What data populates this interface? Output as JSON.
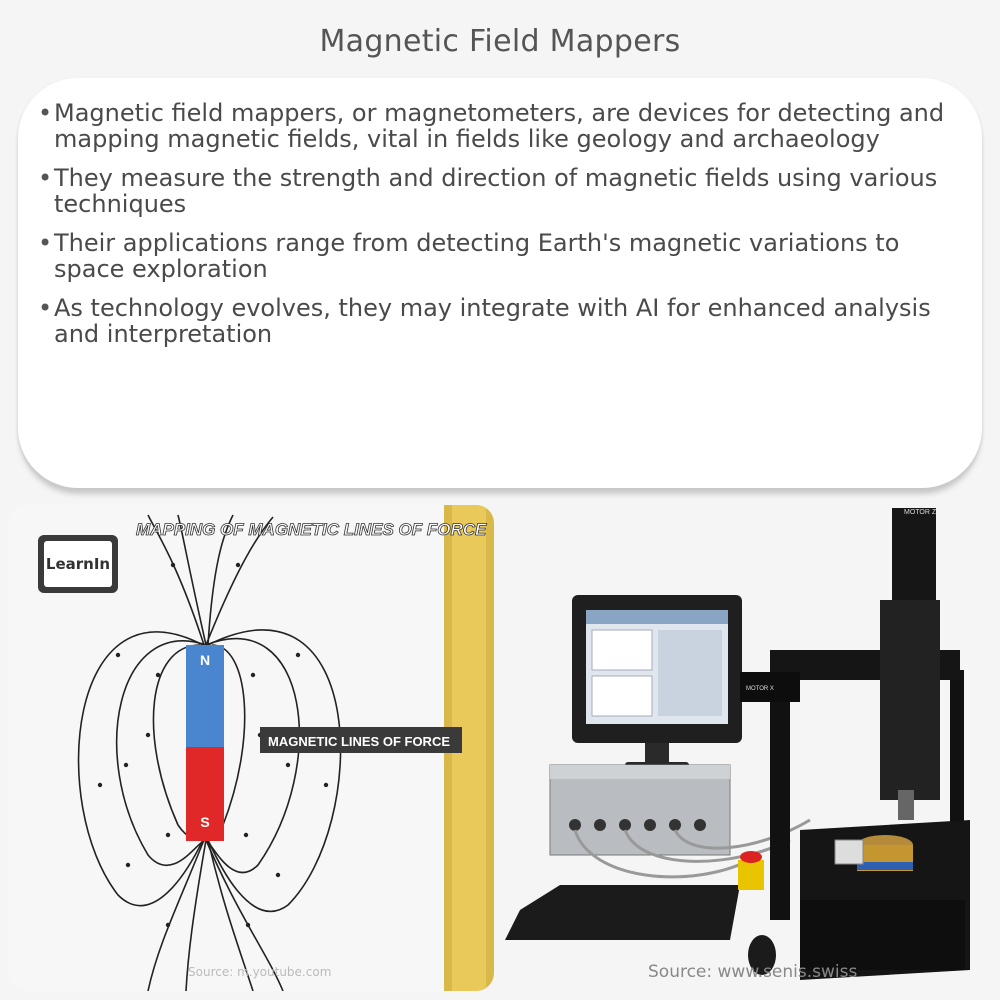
{
  "title": "Magnetic Field Mappers",
  "bullets": [
    "Magnetic field mappers, or magnetometers, are devices for detecting and mapping magnetic fields, vital in fields like geology and archaeology",
    "They measure the strength and direction of magnetic fields using various techniques",
    "Their applications range from detecting Earth's magnetic variations to space exploration",
    "As technology evolves, they may integrate with AI for enhanced analysis and interpretation"
  ],
  "left_image": {
    "heading": "MAPPING OF MAGNETIC LINES OF FORCE",
    "logo_text": "LearnIn",
    "north": "N",
    "south": "S",
    "callout": "MAGNETIC LINES OF FORCE",
    "source": "Source: m.youtube.com"
  },
  "right_image": {
    "motor_label_top": "MOTOR Z",
    "motor_label_side": "MOTOR X",
    "source": "Source: www.senis.swiss"
  }
}
